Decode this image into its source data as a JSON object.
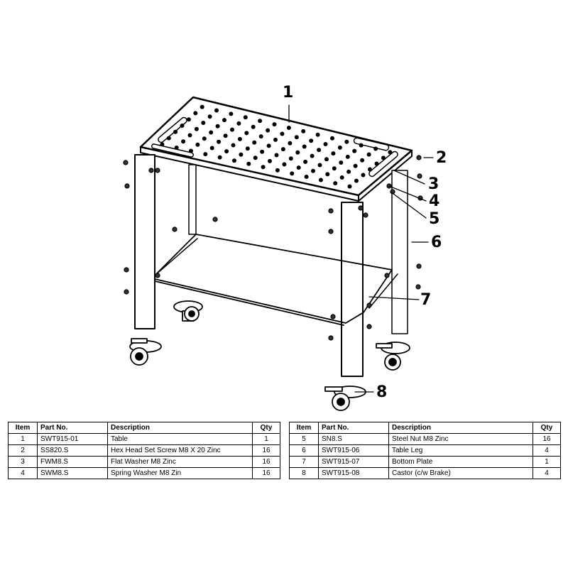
{
  "callouts": [
    "1",
    "2",
    "3",
    "4",
    "5",
    "6",
    "7",
    "8"
  ],
  "parts_table": {
    "headers": [
      "Item",
      "Part No.",
      "Description",
      "Qty"
    ],
    "left_rows": [
      {
        "item": "1",
        "part_no": "SWT915-01",
        "description": "Table",
        "qty": "1"
      },
      {
        "item": "2",
        "part_no": "SS820.S",
        "description": "Hex Head Set Screw M8 X 20 Zinc",
        "qty": "16"
      },
      {
        "item": "3",
        "part_no": "FWM8.S",
        "description": "Flat Washer M8 Zinc",
        "qty": "16"
      },
      {
        "item": "4",
        "part_no": "SWM8.S",
        "description": "Spring Washer M8 Zin",
        "qty": "16"
      }
    ],
    "right_rows": [
      {
        "item": "5",
        "part_no": "SN8.S",
        "description": "Steel Nut M8 Zinc",
        "qty": "16"
      },
      {
        "item": "6",
        "part_no": "SWT915-06",
        "description": "Table Leg",
        "qty": "4"
      },
      {
        "item": "7",
        "part_no": "SWT915-07",
        "description": "Bottom Plate",
        "qty": "1"
      },
      {
        "item": "8",
        "part_no": "SWT915-08",
        "description": "Castor (c/w Brake)",
        "qty": "4"
      }
    ]
  }
}
